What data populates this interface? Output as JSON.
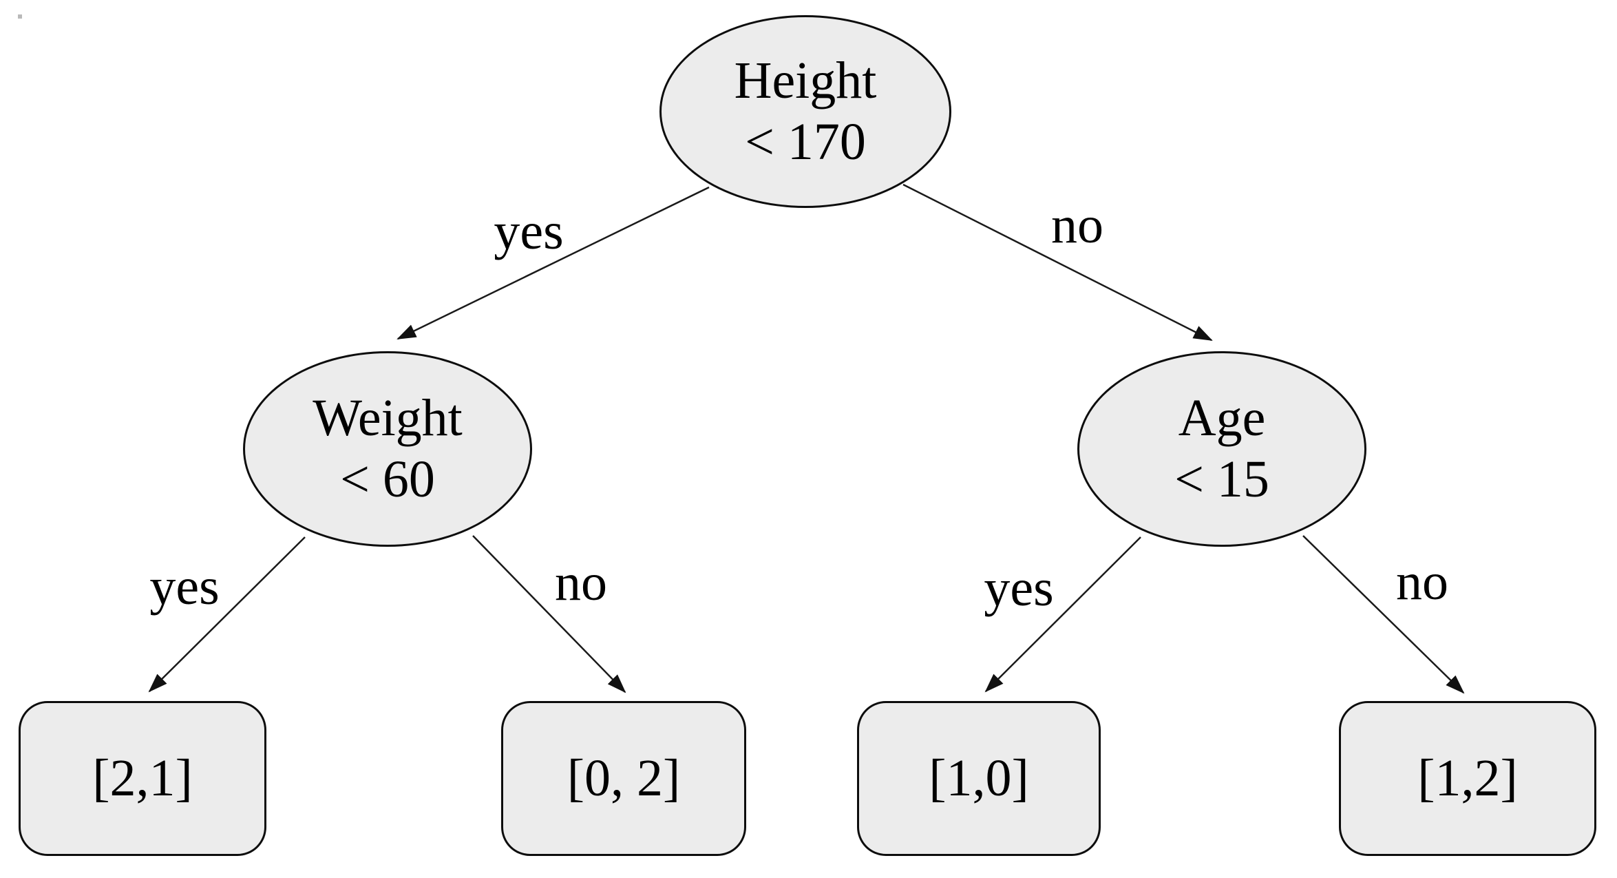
{
  "diagram": {
    "kind": "decision-tree",
    "colors": {
      "background": "#ffffff",
      "node_fill": "#ececec",
      "node_border": "#0d0d0d",
      "edge_line": "#1a1a1a",
      "text": "#000000"
    }
  },
  "nodes": {
    "root": {
      "attribute": "Height",
      "condition": "< 170"
    },
    "weight": {
      "attribute": "Weight",
      "condition": "< 60"
    },
    "age": {
      "attribute": "Age",
      "condition": "< 15"
    },
    "leaf_weight_yes": {
      "value": "[2,1]"
    },
    "leaf_weight_no": {
      "value": "[0, 2]"
    },
    "leaf_age_yes": {
      "value": "[1,0]"
    },
    "leaf_age_no": {
      "value": "[1,2]"
    }
  },
  "edges": {
    "root_to_weight": {
      "label": "yes"
    },
    "root_to_age": {
      "label": "no"
    },
    "weight_to_leaf_yes": {
      "label": "yes"
    },
    "weight_to_leaf_no": {
      "label": "no"
    },
    "age_to_leaf_yes": {
      "label": "yes"
    },
    "age_to_leaf_no": {
      "label": "no"
    }
  }
}
